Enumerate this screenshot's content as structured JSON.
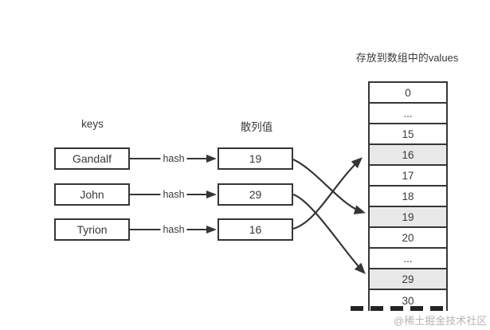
{
  "title": "存放到数组中的values",
  "columns": {
    "keys_label": "keys",
    "hash_label": "散列值"
  },
  "keys": {
    "items": [
      "Gandalf",
      "John",
      "Tyrion"
    ]
  },
  "hash": {
    "connector_label": "hash",
    "values": [
      "19",
      "29",
      "16"
    ]
  },
  "array": {
    "cells": [
      {
        "text": "0",
        "highlighted": false
      },
      {
        "text": "...",
        "highlighted": false
      },
      {
        "text": "15",
        "highlighted": false
      },
      {
        "text": "16",
        "highlighted": true
      },
      {
        "text": "17",
        "highlighted": false
      },
      {
        "text": "18",
        "highlighted": false
      },
      {
        "text": "19",
        "highlighted": true
      },
      {
        "text": "20",
        "highlighted": false
      },
      {
        "text": "...",
        "highlighted": false
      },
      {
        "text": "29",
        "highlighted": true
      },
      {
        "text": "30",
        "highlighted": false
      }
    ]
  },
  "watermark": "@稀土掘金技术社区",
  "colors": {
    "line": "#363636",
    "text": "#3a3a3a",
    "highlight": "#e8e8e8",
    "watermark": "#b5b5b5"
  }
}
